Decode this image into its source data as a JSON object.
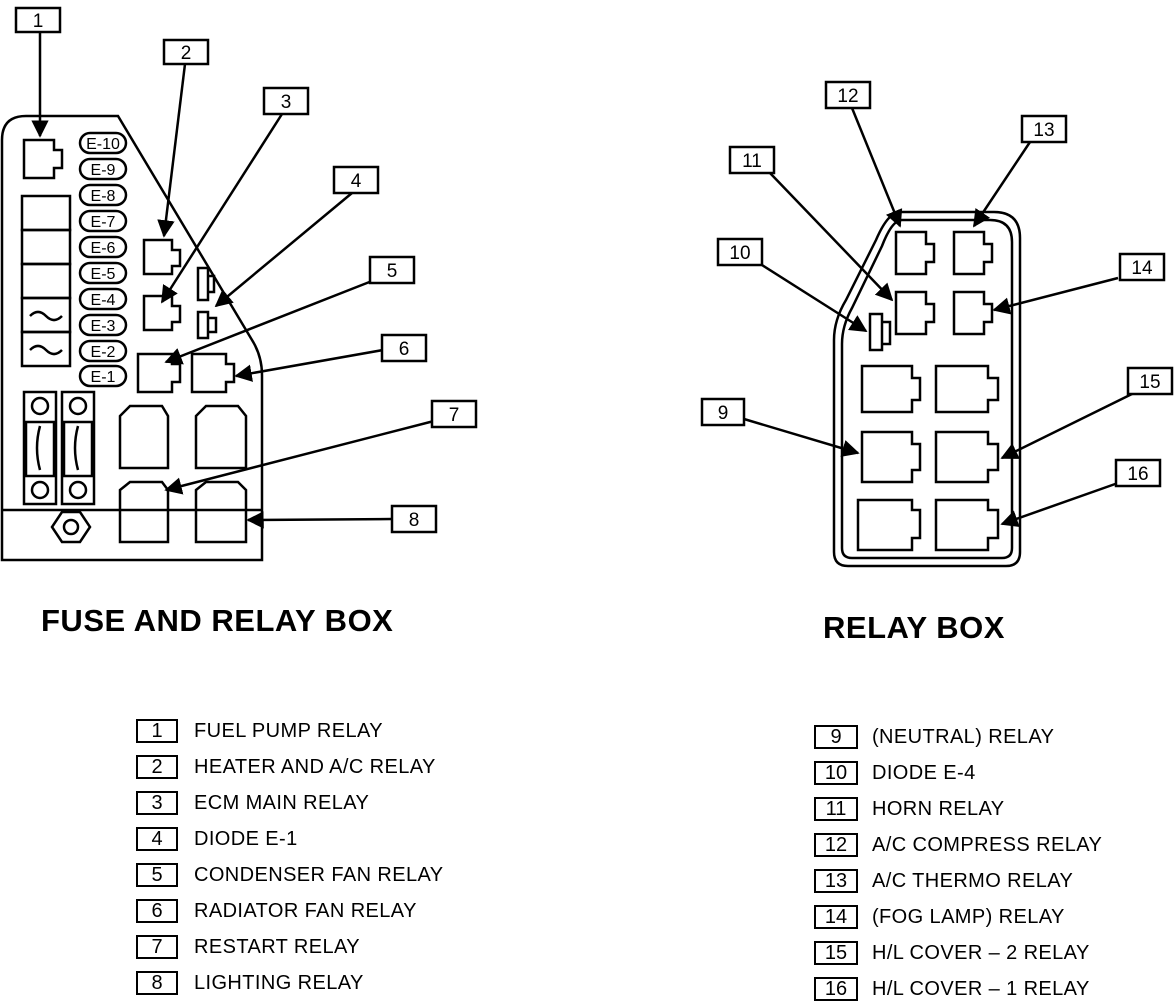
{
  "titles": {
    "left": "FUSE AND RELAY BOX",
    "right": "RELAY BOX"
  },
  "fuse_labels": [
    "E-10",
    "E-9",
    "E-8",
    "E-7",
    "E-6",
    "E-5",
    "E-4",
    "E-3",
    "E-2",
    "E-1"
  ],
  "callouts": [
    "1",
    "2",
    "3",
    "4",
    "5",
    "6",
    "7",
    "8",
    "9",
    "10",
    "11",
    "12",
    "13",
    "14",
    "15",
    "16"
  ],
  "legend_left": [
    {
      "num": "1",
      "label": "FUEL PUMP RELAY"
    },
    {
      "num": "2",
      "label": "HEATER AND A/C RELAY"
    },
    {
      "num": "3",
      "label": "ECM MAIN RELAY"
    },
    {
      "num": "4",
      "label": "DIODE E-1"
    },
    {
      "num": "5",
      "label": "CONDENSER FAN RELAY"
    },
    {
      "num": "6",
      "label": "RADIATOR FAN RELAY"
    },
    {
      "num": "7",
      "label": "RESTART RELAY"
    },
    {
      "num": "8",
      "label": "LIGHTING RELAY"
    }
  ],
  "legend_right": [
    {
      "num": "9",
      "label": "(NEUTRAL) RELAY"
    },
    {
      "num": "10",
      "label": "DIODE E-4"
    },
    {
      "num": "11",
      "label": "HORN RELAY"
    },
    {
      "num": "12",
      "label": "A/C COMPRESS RELAY"
    },
    {
      "num": "13",
      "label": "A/C THERMO RELAY"
    },
    {
      "num": "14",
      "label": "(FOG LAMP) RELAY"
    },
    {
      "num": "15",
      "label": "H/L COVER – 2 RELAY"
    },
    {
      "num": "16",
      "label": "H/L COVER – 1 RELAY"
    }
  ]
}
